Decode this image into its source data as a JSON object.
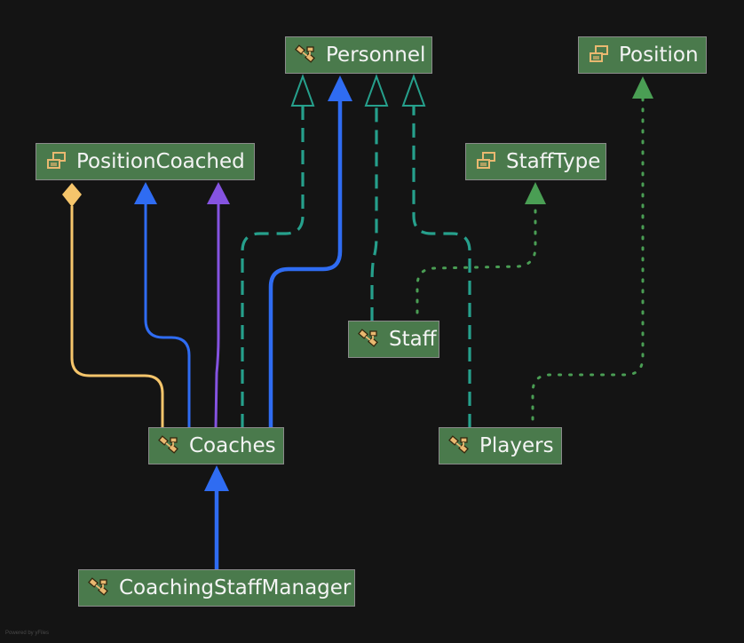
{
  "diagram": {
    "nodes": {
      "personnel": {
        "label": "Personnel",
        "icon": "class-icon"
      },
      "position": {
        "label": "Position",
        "icon": "enum-icon"
      },
      "position_coached": {
        "label": "PositionCoached",
        "icon": "enum-icon"
      },
      "staff_type": {
        "label": "StaffType",
        "icon": "enum-icon"
      },
      "staff": {
        "label": "Staff",
        "icon": "class-icon"
      },
      "coaches": {
        "label": "Coaches",
        "icon": "class-icon"
      },
      "players": {
        "label": "Players",
        "icon": "class-icon"
      },
      "coaching_staff_manager": {
        "label": "CoachingStaffManager",
        "icon": "class-icon"
      }
    },
    "colors": {
      "background": "#141414",
      "node_fill": "#4a7a4c",
      "node_border": "#8b8b8b",
      "realization": "#26a08c",
      "association": "#2f6cf2",
      "composition": "#f5c56b",
      "dependency": "#8553e0",
      "enum_usage": "#4a9e54"
    },
    "footer": "Powered by yFiles"
  }
}
